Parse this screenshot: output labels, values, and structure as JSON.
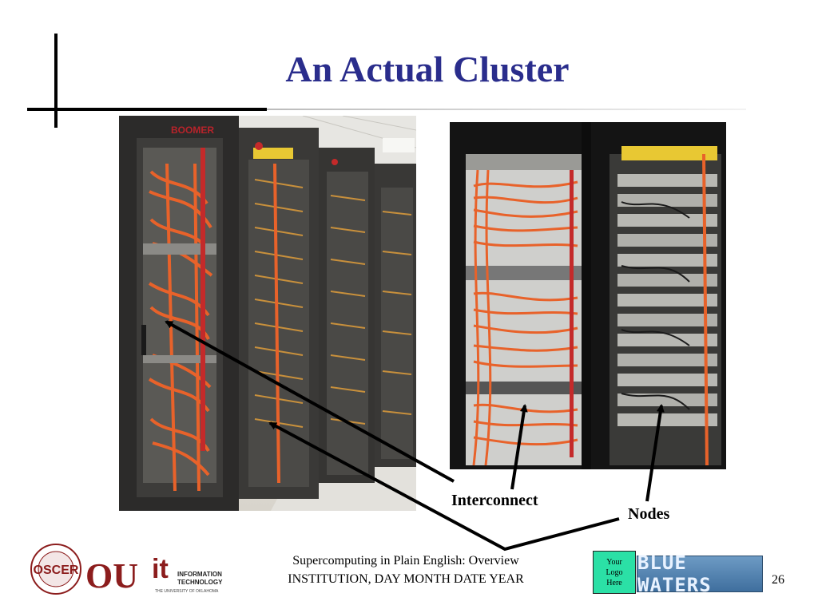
{
  "slide": {
    "title": "An Actual Cluster",
    "labels": {
      "interconnect": "Interconnect",
      "nodes": "Nodes"
    },
    "footer": {
      "line1": "Supercomputing in Plain English: Overview",
      "line2": "INSTITUTION, DAY MONTH DATE YEAR",
      "page_number": "26"
    },
    "logo_placeholder": {
      "line1": "Your",
      "line2": "Logo",
      "line3": "Here"
    },
    "blue_waters_logo": "BLUE WATERS",
    "rack_brand": "BOOMER",
    "oscer_logo": "OSCER",
    "ou_logo": "OU",
    "it_logo": {
      "mark": "it",
      "line1": "INFORMATION",
      "line2": "TECHNOLOGY",
      "line3": "THE UNIVERSITY OF OKLAHOMA"
    },
    "colors": {
      "title": "#2a2d8c",
      "cable_orange": "#e8622a",
      "logo_placeholder_bg": "#2be0a6",
      "ou_crimson": "#8c1d1d"
    }
  }
}
